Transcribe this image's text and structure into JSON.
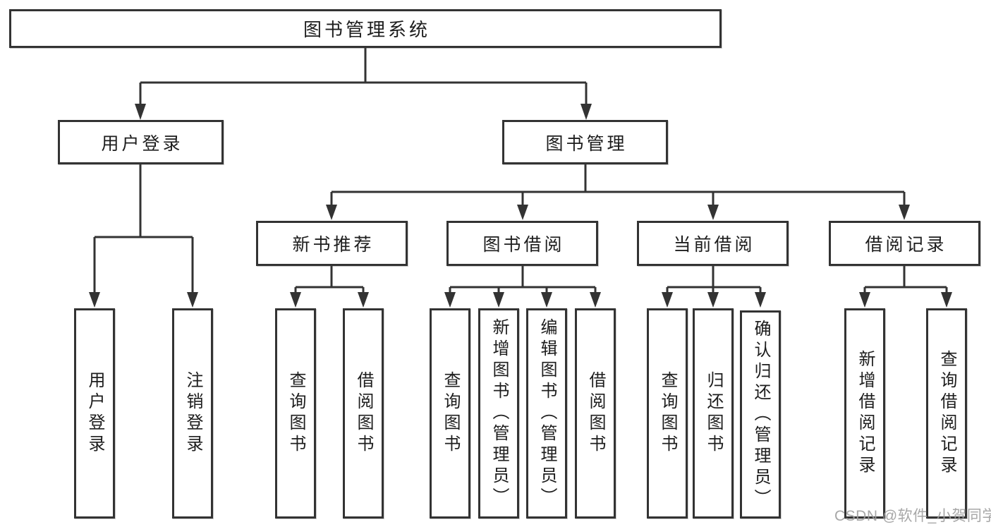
{
  "tree": {
    "root": {
      "label": "图书管理系统",
      "children": [
        {
          "label": "用户登录",
          "children": [
            {
              "label": "用户登录"
            },
            {
              "label": "注销登录"
            }
          ]
        },
        {
          "label": "图书管理",
          "children": [
            {
              "label": "新书推荐",
              "children": [
                {
                  "label": "查询图书"
                },
                {
                  "label": "借阅图书"
                }
              ]
            },
            {
              "label": "图书借阅",
              "children": [
                {
                  "label": "查询图书"
                },
                {
                  "label": "新增图书（管理员）"
                },
                {
                  "label": "编辑图书（管理员）"
                },
                {
                  "label": "借阅图书"
                }
              ]
            },
            {
              "label": "当前借阅",
              "children": [
                {
                  "label": "查询图书"
                },
                {
                  "label": "归还图书"
                },
                {
                  "label": "确认归还（管理员）"
                }
              ]
            },
            {
              "label": "借阅记录",
              "children": [
                {
                  "label": "新增借阅记录"
                },
                {
                  "label": "查询借阅记录"
                }
              ]
            }
          ]
        }
      ]
    }
  },
  "watermark": {
    "text": "CSDN @软件_小贺同学"
  },
  "colors": {
    "line": "#333333",
    "text": "#1d1d1d",
    "watermark": "#9e9e9e",
    "background": "#ffffff"
  }
}
